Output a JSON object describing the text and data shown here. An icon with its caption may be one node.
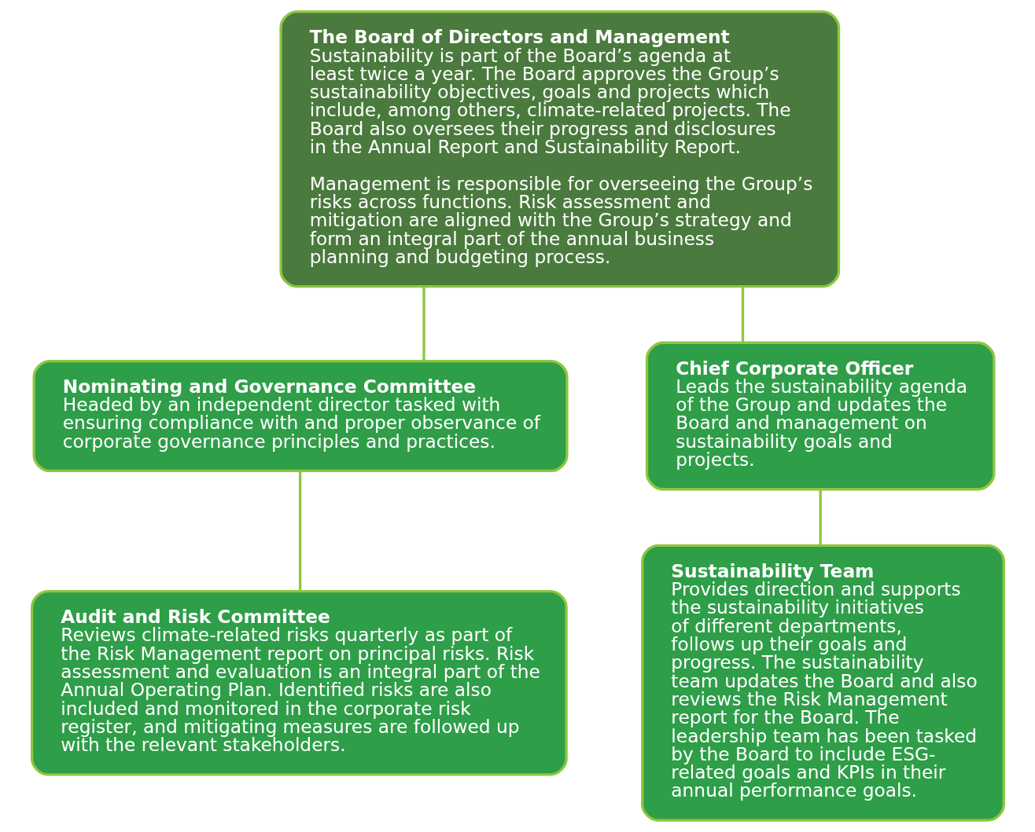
{
  "diagram": {
    "nodes": [
      {
        "text": [
          "The Board of Directors and Management",
          "Sustainability is part of the Board’s agenda at least twice a year. The Board approves the Group’s sustainability objectives, goals and projects which include, among others, climate-related projects. The Board also oversees their progress and disclosures in the Annual Report and Sustainability Report.",
          "Management is responsible for overseeing the Group’s risks across functions. Risk assessment and mitigation are aligned with the Group’s strategy and form an integral part of the annual business planning and budgeting process."
        ]
      },
      {
        "text": [
          "Nominating and Governance Committee",
          "Headed by an independent director tasked with ensuring compliance with and proper observance of corporate governance principles and practices."
        ]
      },
      {
        "text": [
          "Audit and Risk Committee",
          "Reviews climate-related risks quarterly as part of the Risk Management report on principal risks. Risk assessment and evaluation is an integral part of the Annual Operating Plan. Identified risks are also included and monitored in the corporate risk register, and mitigating measures are followed up with the relevant stakeholders."
        ]
      },
      {
        "text": [
          "Chief Corporate Officer",
          "Leads the sustainability agenda of the Group and updates the Board and management on sustainability goals and projects."
        ]
      },
      {
        "text": [
          "Sustainability Team",
          "Provides direction and supports the sustainability initiatives of different departments, follows up their goals and progress. The sustainability team updates the Board and also reviews the Risk Management report for the Board. The leadership team has been tasked by the Board to include ESG-related goals and KPIs in their annual performance goals."
        ]
      }
    ],
    "edges": [
      {
        "from": 0,
        "to": 1,
        "arrow": "none"
      },
      {
        "from": 1,
        "to": 2,
        "arrow": "none"
      },
      {
        "from": 0,
        "to": 3,
        "arrow": "none"
      },
      {
        "from": 3,
        "to": 4,
        "arrow": "none"
      }
    ]
  }
}
